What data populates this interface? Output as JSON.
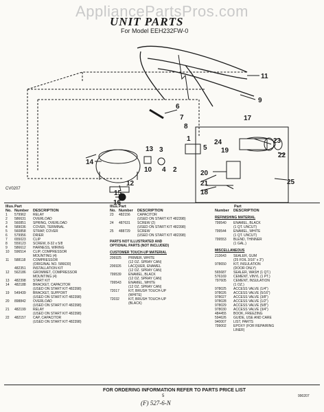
{
  "watermark": "AppliancePartsPros.com",
  "title": "UNIT PARTS",
  "subtitle": "For Model EEH232FW-0",
  "figure_code": "CV0207",
  "callouts": [
    "1",
    "2",
    "3",
    "4",
    "5",
    "6",
    "7",
    "8",
    "9",
    "10",
    "11",
    "12",
    "13",
    "14",
    "15",
    "16",
    "17",
    "18",
    "19",
    "20",
    "21",
    "22",
    "23",
    "24",
    "25"
  ],
  "headers": {
    "illus_part": "Illus. Part",
    "no": "No.",
    "number": "Number",
    "description": "DESCRIPTION",
    "part_number": "Part Number",
    "description2": "DESCRIPTION"
  },
  "col1_rows": [
    {
      "no": "1",
      "pn": "579962",
      "desc": "RELAY"
    },
    {
      "no": "2",
      "pn": "586631",
      "desc": "OVERLOAD"
    },
    {
      "no": "3",
      "pn": "560851",
      "desc": "SPRING, OVERLOAD"
    },
    {
      "no": "4",
      "pn": "589036",
      "desc": "COVER, TERMINAL"
    },
    {
      "no": "5",
      "pn": "560858",
      "desc": "STRAP, COVER"
    },
    {
      "no": "6",
      "pn": "579956",
      "desc": "DRIER"
    },
    {
      "no": "7",
      "pn": "655023",
      "desc": "CLIP"
    },
    {
      "no": "8",
      "pn": "559123",
      "desc": "SCREW, 8-32 x 5/8"
    },
    {
      "no": "9",
      "pn": "586612",
      "desc": "HARNESS, WIRING"
    },
    {
      "no": "10",
      "pn": "596514",
      "desc": "CLIP, COMPRESSOR"
    },
    {
      "no": "",
      "pn": "",
      "desc": "MOUNTING (4)"
    },
    {
      "no": "11",
      "pn": "588118",
      "desc": "COMPRESSOR"
    },
    {
      "no": "",
      "pn": "",
      "desc": "(ORIGINAL NO. 586630)"
    },
    {
      "no": "",
      "pn": "482351",
      "desc": "INSTALLATION KIT"
    },
    {
      "no": "12",
      "pn": "562186",
      "desc": "GROMMET, COMPRESSOR"
    },
    {
      "no": "",
      "pn": "",
      "desc": "MOUNTING (4)"
    },
    {
      "no": "13",
      "pn": "482398",
      "desc": "START KIT"
    },
    {
      "no": "14",
      "pn": "482188",
      "desc": "BRACKET, CAPACITOR"
    },
    {
      "no": "",
      "pn": "",
      "desc": "(USED ON START KIT 482398)"
    },
    {
      "no": "19",
      "pn": "549439",
      "desc": "BRACKET, SUPPORT"
    },
    {
      "no": "",
      "pn": "",
      "desc": "(USED ON START KIT 482398)"
    },
    {
      "no": "20",
      "pn": "898842",
      "desc": "OVERLOAD"
    },
    {
      "no": "",
      "pn": "",
      "desc": "(USED ON START KIT 482398)"
    },
    {
      "no": "21",
      "pn": "482199",
      "desc": "RELAY"
    },
    {
      "no": "",
      "pn": "",
      "desc": "(USED ON START KIT 482398)"
    },
    {
      "no": "22",
      "pn": "482157",
      "desc": "CAP, CAPACITOR"
    },
    {
      "no": "",
      "pn": "",
      "desc": "(USED ON START KIT 482398)"
    }
  ],
  "col2_rows": [
    {
      "no": "23",
      "pn": "482156",
      "desc": "CAPACITOR"
    },
    {
      "no": "",
      "pn": "",
      "desc": "(USED ON START KIT 482398)"
    },
    {
      "no": "24",
      "pn": "487631",
      "desc": "SCREW (2)"
    },
    {
      "no": "",
      "pn": "",
      "desc": "(USED ON START KIT 482398)"
    },
    {
      "no": "25",
      "pn": "488729",
      "desc": "SCREW"
    },
    {
      "no": "",
      "pn": "",
      "desc": "(USED ON START KIT 482398)"
    }
  ],
  "col2_note": [
    "PARTS NOT ILLUSTRATED AND",
    "OPTIONAL PARTS (NOT INCLUDED)"
  ],
  "col2_section": "CUSTOMER TOUCH-UP MATERIAL",
  "col2_touchup": [
    {
      "pn": "206925",
      "desc": "PRIMER, WHITE"
    },
    {
      "pn": "",
      "desc": "(12 OZ. SPRAY CAN)"
    },
    {
      "pn": "206926",
      "desc": "LACQUER, ENAMEL"
    },
    {
      "pn": "",
      "desc": "(12 OZ. SPRAY CAN)"
    },
    {
      "pn": "799539",
      "desc": "ENAMEL, BLACK"
    },
    {
      "pn": "",
      "desc": "(12 OZ. SPRAY CAN)"
    },
    {
      "pn": "799543",
      "desc": "ENAMEL, WHITE"
    },
    {
      "pn": "",
      "desc": "(12 OZ. SPRAY CAN)"
    },
    {
      "pn": "72017",
      "desc": "KIT, BRUSH TOUCH-UP"
    },
    {
      "pn": "",
      "desc": "(WHITE)"
    },
    {
      "pn": "72032",
      "desc": "KIT, BRUSH TOUCH-UP"
    },
    {
      "pn": "",
      "desc": "(BLACK)"
    }
  ],
  "col3_section1": "REFINISHING MATERIAL",
  "col3_refinish": [
    {
      "pn": "799540",
      "desc": "ENAMEL, BLACK"
    },
    {
      "pn": "",
      "desc": "(1 QT. UNCUT)"
    },
    {
      "pn": "799544",
      "desc": "ENAMEL, WHITE"
    },
    {
      "pn": "",
      "desc": "(1 QT. UNCUT)"
    },
    {
      "pn": "799553",
      "desc": "BLEND, THINNER"
    },
    {
      "pn": "",
      "desc": "(1 GAL.)"
    }
  ],
  "col3_section2": "MISCELLANEOUS",
  "col3_misc": [
    {
      "pn": "213643",
      "desc": "SEALER, GUM"
    },
    {
      "pn": "",
      "desc": "(25 FOIL 3/16\" x 3\")"
    },
    {
      "pn": "978650",
      "desc": "KIT, INSULATION"
    },
    {
      "pn": "",
      "desc": "(DOOR ONLY)"
    },
    {
      "pn": "565687",
      "desc": "SEALER, WASH (1 QT.)"
    },
    {
      "pn": "576169",
      "desc": "CEMENT, VINYL (1 PT.)"
    },
    {
      "pn": "797605",
      "desc": "CEMENT, INSULATION"
    },
    {
      "pn": "",
      "desc": "(1 OZ.)"
    },
    {
      "pn": "978025",
      "desc": "ACCESS VALVE (1/4\")"
    },
    {
      "pn": "978026",
      "desc": "ACCESS VALVE (5/16\")"
    },
    {
      "pn": "978027",
      "desc": "ACCESS VALVE (3/8\")"
    },
    {
      "pn": "978028",
      "desc": "ACCESS VALVE (1/2\")"
    },
    {
      "pn": "978029",
      "desc": "ACCESS VALVE (5/8\")"
    },
    {
      "pn": "978030",
      "desc": "ACCESS VALVE (3/4\")"
    },
    {
      "pn": "484455",
      "desc": "BOOK, FREEZING"
    },
    {
      "pn": "594626",
      "desc": "GUIDE, USE AND CARE"
    },
    {
      "pn": "940007",
      "desc": "LIST, PARTS"
    },
    {
      "pn": "799002",
      "desc": "EPOXY (FOR REPAIRING"
    },
    {
      "pn": "",
      "desc": "LINER)"
    }
  ],
  "footer": "FOR ORDERING INFORMATION REFER TO PARTS PRICE LIST",
  "page_number": "5",
  "stamp": "(F) 527-6-N",
  "page_code": "990207"
}
